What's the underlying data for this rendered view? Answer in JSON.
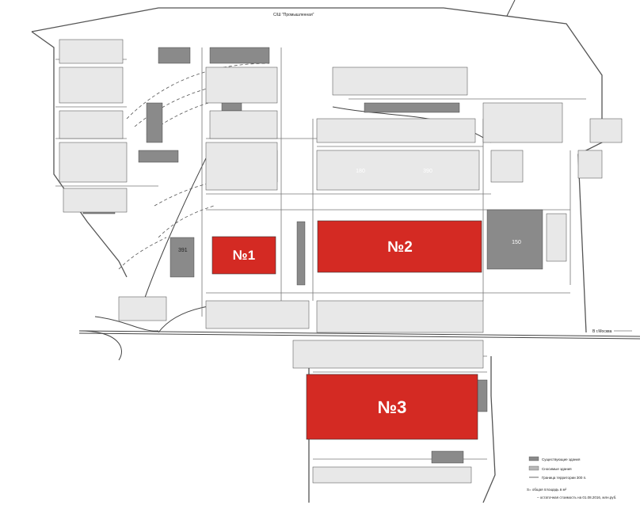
{
  "zones": [
    {
      "label": "№1",
      "color": "#d42a23"
    },
    {
      "label": "№2",
      "color": "#d42a23"
    },
    {
      "label": "№3",
      "color": "#d42a23"
    }
  ],
  "building_numbers": [
    "150",
    "180",
    "390",
    "391"
  ],
  "road_labels": {
    "station": "С/Ш \"Промышленная\"",
    "moscow_direction": "В г.Москва"
  },
  "legend": {
    "items": [
      {
        "label": "Существующие здания",
        "color": "#8a8a8a"
      },
      {
        "label": "Сносимые здания",
        "color": "#b8b8b8"
      },
      {
        "label": "Граница территории 300 п.",
        "color": "#444444"
      }
    ],
    "notes": [
      "S= общая площадь в м²",
      "– остаточная стоимость на 01.08.2016, млн.руб."
    ]
  },
  "colors": {
    "zone_fill": "#d42a23",
    "building_dark": "#8a8a8a",
    "building_light": "#b5b5b5",
    "line": "#555555"
  }
}
